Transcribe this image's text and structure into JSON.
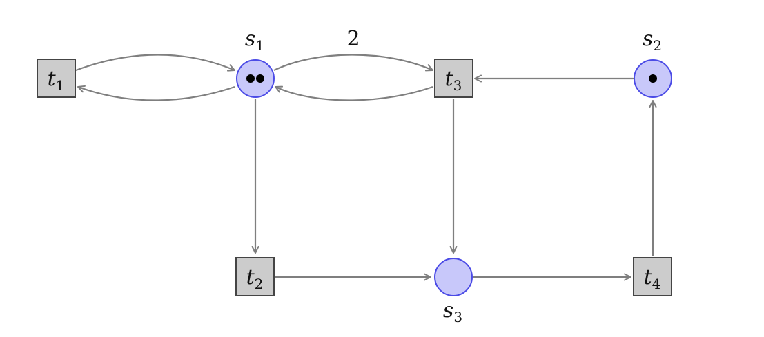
{
  "colors": {
    "place_fill": "#c8c8fa",
    "place_stroke": "#4b4be6",
    "transition_fill": "#cccccc",
    "transition_stroke": "#444444",
    "arc": "#7f7f7f",
    "token": "#000000"
  },
  "places": [
    {
      "id": "s1",
      "letter": "s",
      "sub": "1",
      "tokens": 2
    },
    {
      "id": "s2",
      "letter": "s",
      "sub": "2",
      "tokens": 1
    },
    {
      "id": "s3",
      "letter": "s",
      "sub": "3",
      "tokens": 0
    }
  ],
  "transitions": [
    {
      "id": "t1",
      "letter": "t",
      "sub": "1"
    },
    {
      "id": "t2",
      "letter": "t",
      "sub": "2"
    },
    {
      "id": "t3",
      "letter": "t",
      "sub": "3"
    },
    {
      "id": "t4",
      "letter": "t",
      "sub": "4"
    }
  ],
  "arcs": [
    {
      "from": "t1",
      "to": "s1"
    },
    {
      "from": "s1",
      "to": "t1"
    },
    {
      "from": "s1",
      "to": "t3",
      "weight": "2"
    },
    {
      "from": "t3",
      "to": "s1"
    },
    {
      "from": "s2",
      "to": "t3"
    },
    {
      "from": "s1",
      "to": "t2"
    },
    {
      "from": "t3",
      "to": "s3"
    },
    {
      "from": "t2",
      "to": "s3"
    },
    {
      "from": "s3",
      "to": "t4"
    },
    {
      "from": "t4",
      "to": "s2"
    }
  ]
}
